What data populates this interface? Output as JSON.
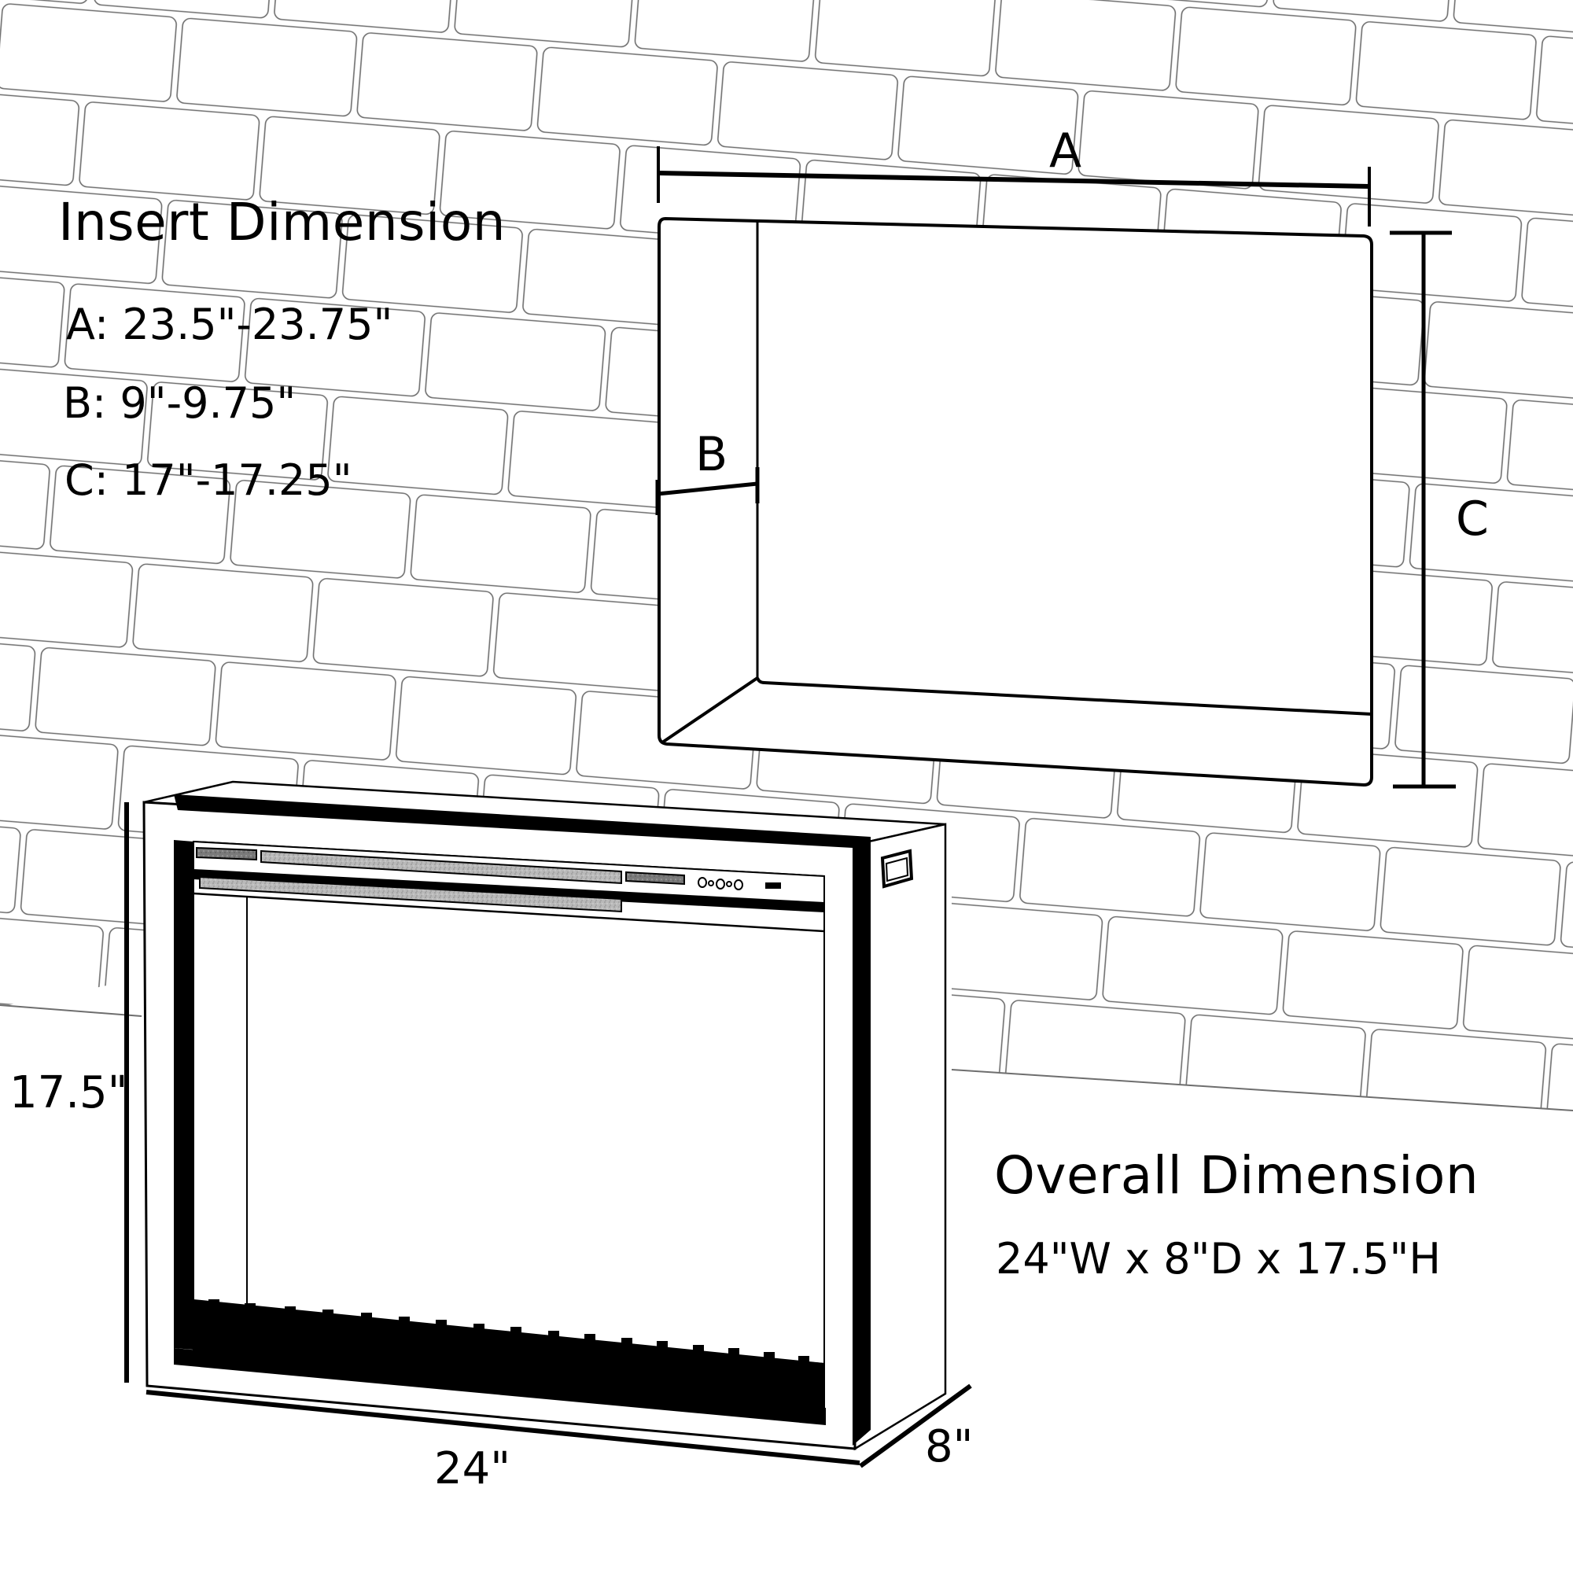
{
  "insert": {
    "title": "Insert Dimension",
    "specs": [
      {
        "key": "A",
        "text": "A: 23.5\"-23.75\""
      },
      {
        "key": "B",
        "text": "B: 9\"-9.75\""
      },
      {
        "key": "C",
        "text": "C: 17\"-17.25\""
      }
    ],
    "callouts": {
      "a": "A",
      "b": "B",
      "c": "C"
    }
  },
  "overall": {
    "title": "Overall Dimension",
    "text": "24\"W x 8\"D x 17.5\"H",
    "height_label": "17.5\"",
    "width_label": "24\"",
    "depth_label": "8\""
  },
  "colors": {
    "line": "#000000",
    "brick": "#6e6e6e",
    "panel_dark": "#7a7a7a",
    "panel_light": "#b9b9b9",
    "background": "#ffffff"
  }
}
